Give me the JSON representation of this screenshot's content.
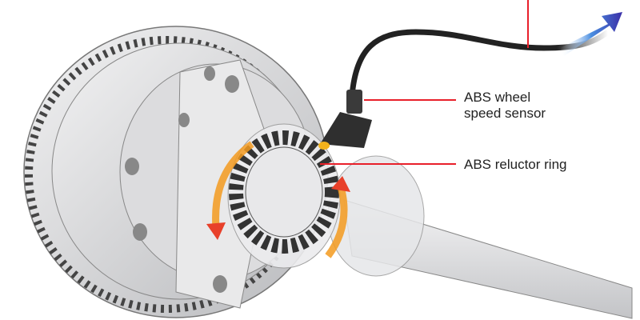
{
  "labels": {
    "sensor_line1": "ABS wheel",
    "sensor_line2": "speed sensor",
    "reluctor": "ABS reluctor ring"
  },
  "colors": {
    "leader": "#e8202a",
    "rotation_arrow": "#f39a1e",
    "signal_arrow": "#3b3fb0",
    "metal": "#d8d8da",
    "ring": "#333333"
  }
}
